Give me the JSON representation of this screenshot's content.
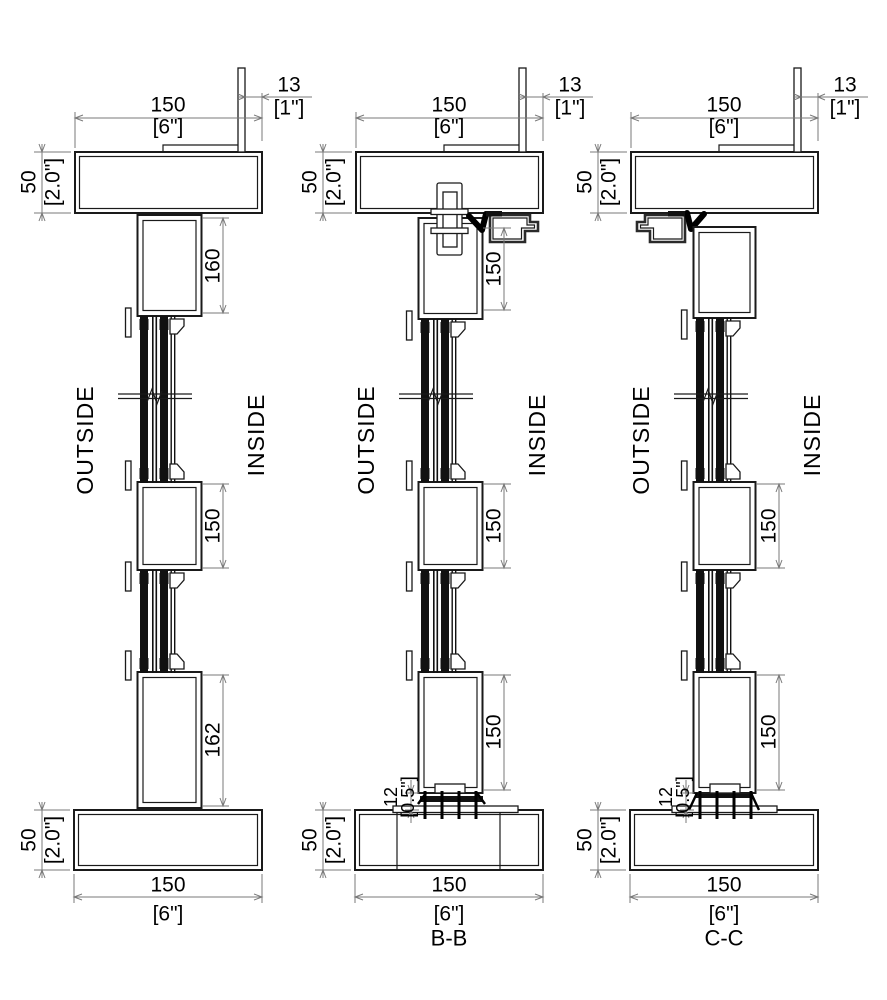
{
  "drawing": {
    "type": "curtain-wall-vertical-section-details",
    "colors": {
      "line": "#1a1a1a",
      "dimension": "#7a7a7a",
      "background": "#ffffff"
    },
    "side_labels": {
      "outside": "OUTSIDE",
      "inside": "INSIDE"
    },
    "views": [
      {
        "label": "",
        "width_top_mm": "150",
        "width_top_in": "[6\"]",
        "tab_mm": "13",
        "tab_in": "[1\"]",
        "head_depth_mm": "50",
        "head_depth_in": "[2.0\"]",
        "box_top_mm": "160",
        "box_middle_mm": "150",
        "box_bottom_mm": "162",
        "sill_depth_mm": "50",
        "sill_depth_in": "[2.0\"]",
        "width_bottom_mm": "150",
        "width_bottom_in": "[6\"]"
      },
      {
        "label": "B-B",
        "width_top_mm": "150",
        "width_top_in": "[6\"]",
        "tab_mm": "13",
        "tab_in": "[1\"]",
        "head_depth_mm": "50",
        "head_depth_in": "[2.0\"]",
        "box_top_mm": "150",
        "box_middle_mm": "150",
        "box_bottom_mm": "150",
        "plate_mm": "12",
        "plate_in": "[0.5\"]",
        "sill_depth_mm": "50",
        "sill_depth_in": "[2.0\"]",
        "width_bottom_mm": "150",
        "width_bottom_in": "[6\"]"
      },
      {
        "label": "C-C",
        "width_top_mm": "150",
        "width_top_in": "[6\"]",
        "tab_mm": "13",
        "tab_in": "[1\"]",
        "head_depth_mm": "50",
        "head_depth_in": "[2.0\"]",
        "box_middle_mm": "150",
        "box_bottom_mm": "150",
        "plate_mm": "12",
        "plate_in": "[0.5\"]",
        "sill_depth_mm": "50",
        "sill_depth_in": "[2.0\"]",
        "width_bottom_mm": "150",
        "width_bottom_in": "[6\"]"
      }
    ]
  }
}
